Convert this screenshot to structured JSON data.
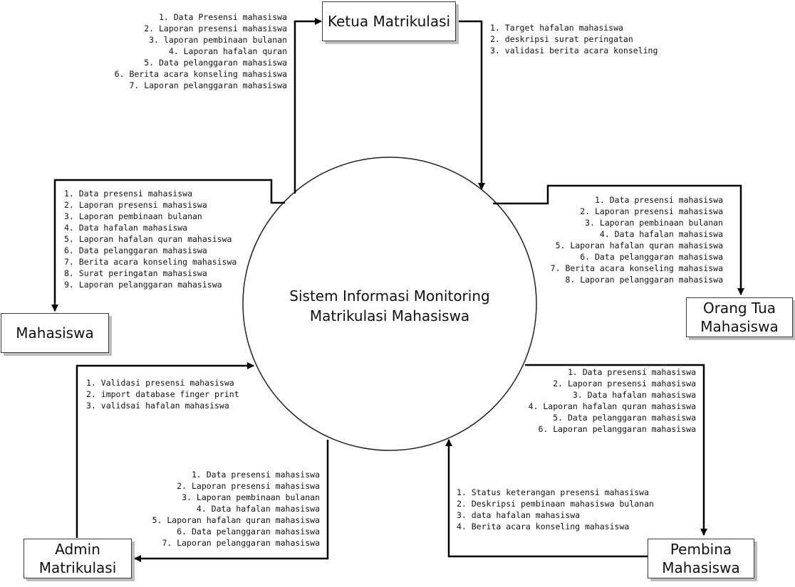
{
  "process": {
    "title_line1": "Sistem Informasi Monitoring",
    "title_line2": "Matrikulasi Mahasiswa"
  },
  "entities": {
    "ketua": {
      "line1": "Ketua Matrikulasi"
    },
    "mahasiswa": {
      "line1": "Mahasiswa"
    },
    "orang_tua": {
      "line1": "Orang Tua",
      "line2": "Mahasiswa"
    },
    "admin": {
      "line1": "Admin",
      "line2": "Matrikulasi"
    },
    "pembina": {
      "line1": "Pembina",
      "line2": "Mahasiswa"
    }
  },
  "flows": {
    "system_to_ketua": [
      "1. Data Presensi mahasiswa",
      "2. Laporan presensi mahasiswa",
      "3. laporan pembinaan bulanan",
      "4. Laporan hafalan quran",
      "5. Data pelanggaran mahasiswa",
      "6. Berita acara konseling mahasiswa",
      "7. Laporan pelanggaran mahasiswa"
    ],
    "ketua_to_system": [
      "1. Target hafalan mahasiswa",
      "2. deskripsi surat peringatan",
      "3. validasi berita acara konseling"
    ],
    "system_to_mahasiswa": [
      "1. Data presensi mahasiswa",
      "2. Laporan presensi mahasiswa",
      "3. Laporan pembinaan bulanan",
      "4. Data hafalan mahasiswa",
      "5. Laporan hafalan quran mahasiswa",
      "6. Data pelanggaran mahasiswa",
      "7. Berita acara konseling mahasiswa",
      "8. Surat peringatan mahasiswa",
      "9. Laporan pelanggaran mahasiswa"
    ],
    "system_to_orang_tua": [
      "1. Data presensi mahasiswa",
      "2. Laporan presensi mahasiswa",
      "3. Laporan pembinaan bulanan",
      "4. Data hafalan mahasiswa",
      "5. Laporan hafalan quran mahasiswa",
      "6. Data pelanggaran mahasiswa",
      "7. Berita acara konseling mahasiswa",
      "8. Laporan pelanggaran mahasiswa"
    ],
    "admin_to_system": [
      "1. Validasi presensi mahasiswa",
      "2. import database finger print",
      "3. validsai hafalan mahasiswa"
    ],
    "system_to_admin": [
      "1. Data presensi mahasiswa",
      "2. Laporan presensi mahasiswa",
      "3. Laporan pembinaan bulanan",
      "4. Data hafalan mahasiswa",
      "5. Laporan hafalan quran mahasiswa",
      "6. Data pelanggaran mahasiswa",
      "7. Laporan pelanggaran mahasiswa"
    ],
    "system_to_pembina": [
      "1. Data presensi mahasiswa",
      "2. Laporan presensi mahasiswa",
      "3. Data hafalan mahasiswa",
      "4. Laporan hafalan quran mahasiswa",
      "5. Data pelanggaran mahasiswa",
      "6. Laporan pelanggaran mahasiswa"
    ],
    "pembina_to_system": [
      "1. Status keterangan presensi mahasiswa",
      "2. Deskripsi pembinaan mahasiswa bulanan",
      "3. data hafalan mahasiswa",
      "4. Berita acara konseling mahasiswa"
    ]
  }
}
